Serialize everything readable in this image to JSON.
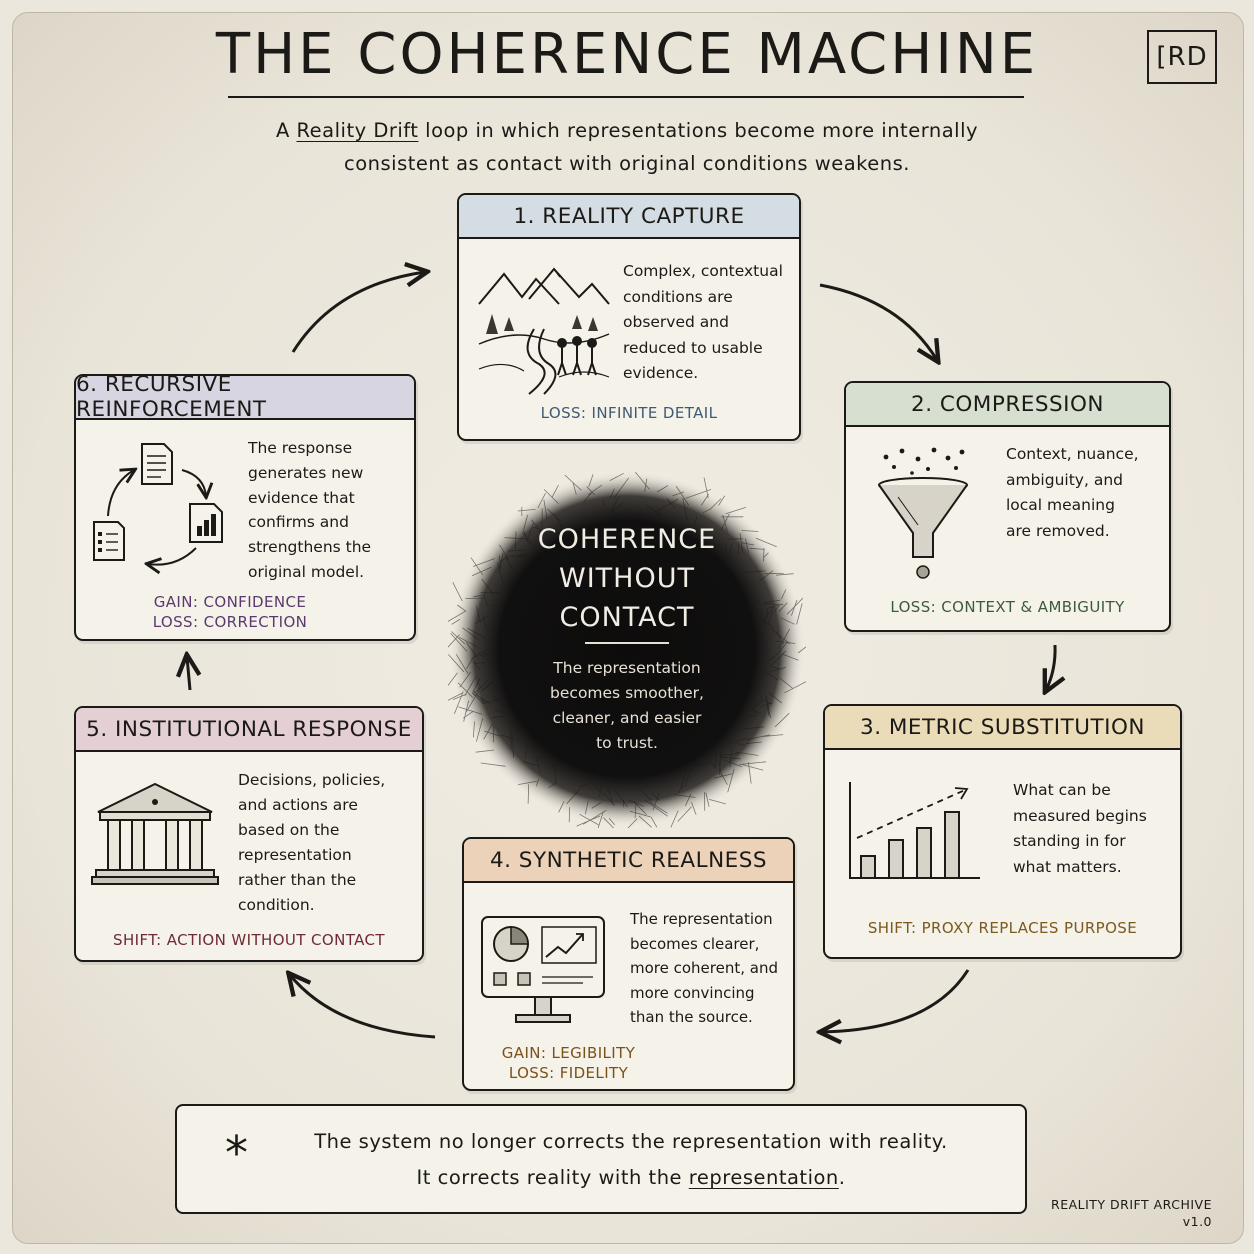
{
  "title": "THE COHERENCE MACHINE",
  "logo": "[RD",
  "subtitle": {
    "prefix": "A ",
    "highlight": "Reality Drift",
    "line1_rest": " loop in which representations become more internally",
    "line2": "consistent as contact with original conditions weakens."
  },
  "center": {
    "title_lines": [
      "COHERENCE",
      "WITHOUT",
      "CONTACT"
    ],
    "text_lines": [
      "The representation",
      "becomes smoother,",
      "cleaner, and easier",
      "to trust."
    ]
  },
  "cards": [
    {
      "id": "reality-capture",
      "title": "1. REALITY CAPTURE",
      "header_color": "#d4dde3",
      "foot_color": "#3f5a73",
      "text_lines": [
        "Complex, contextual",
        "conditions are",
        "observed and",
        "reduced to usable",
        "evidence."
      ],
      "foot_lines": [
        "LOSS: INFINITE DETAIL"
      ],
      "icon": "mountain-landscape-icon"
    },
    {
      "id": "compression",
      "title": "2. COMPRESSION",
      "header_color": "#d7e0d0",
      "foot_color": "#3b5a3e",
      "text_lines": [
        "Context, nuance,",
        "ambiguity, and",
        "local meaning",
        "are removed."
      ],
      "foot_lines": [
        "LOSS: CONTEXT & AMBIGUITY"
      ],
      "icon": "funnel-icon"
    },
    {
      "id": "metric-substitution",
      "title": "3. METRIC SUBSTITUTION",
      "header_color": "#eadcb8",
      "foot_color": "#7a5a1e",
      "text_lines": [
        "What can be",
        "measured begins",
        "standing in for",
        "what matters."
      ],
      "foot_lines": [
        "SHIFT: PROXY REPLACES PURPOSE"
      ],
      "icon": "bar-chart-icon"
    },
    {
      "id": "synthetic-realness",
      "title": "4. SYNTHETIC REALNESS",
      "header_color": "#ecd2b8",
      "foot_color": "#7a5218",
      "text_lines": [
        "The representation",
        "becomes clearer,",
        "more coherent, and",
        "more convincing",
        "than the source."
      ],
      "foot_lines": [
        "GAIN: LEGIBILITY",
        "LOSS: FIDELITY"
      ],
      "icon": "dashboard-monitor-icon"
    },
    {
      "id": "institutional-response",
      "title": "5. INSTITUTIONAL RESPONSE",
      "header_color": "#e4d0d4",
      "foot_color": "#6e2a36",
      "text_lines": [
        "Decisions, policies,",
        "and actions are",
        "based on the",
        "representation",
        "rather than the",
        "condition."
      ],
      "foot_lines": [
        "SHIFT: ACTION WITHOUT CONTACT"
      ],
      "icon": "institution-building-icon"
    },
    {
      "id": "recursive-reinforcement",
      "title": "6. RECURSIVE REINFORCEMENT",
      "header_color": "#d8d5e3",
      "foot_color": "#5a3a6e",
      "text_lines": [
        "The response",
        "generates new",
        "evidence that",
        "confirms and",
        "strengthens the",
        "original model."
      ],
      "foot_lines": [
        "GAIN: CONFIDENCE",
        "LOSS: CORRECTION"
      ],
      "icon": "document-cycle-icon"
    }
  ],
  "bottom": {
    "asterisk": "*",
    "line1": "The system no longer corrects the representation with reality.",
    "line2_prefix": "It corrects reality with the ",
    "line2_highlight": "representation",
    "line2_suffix": "."
  },
  "archive": [
    "REALITY DRIFT ARCHIVE",
    "v1.0"
  ]
}
